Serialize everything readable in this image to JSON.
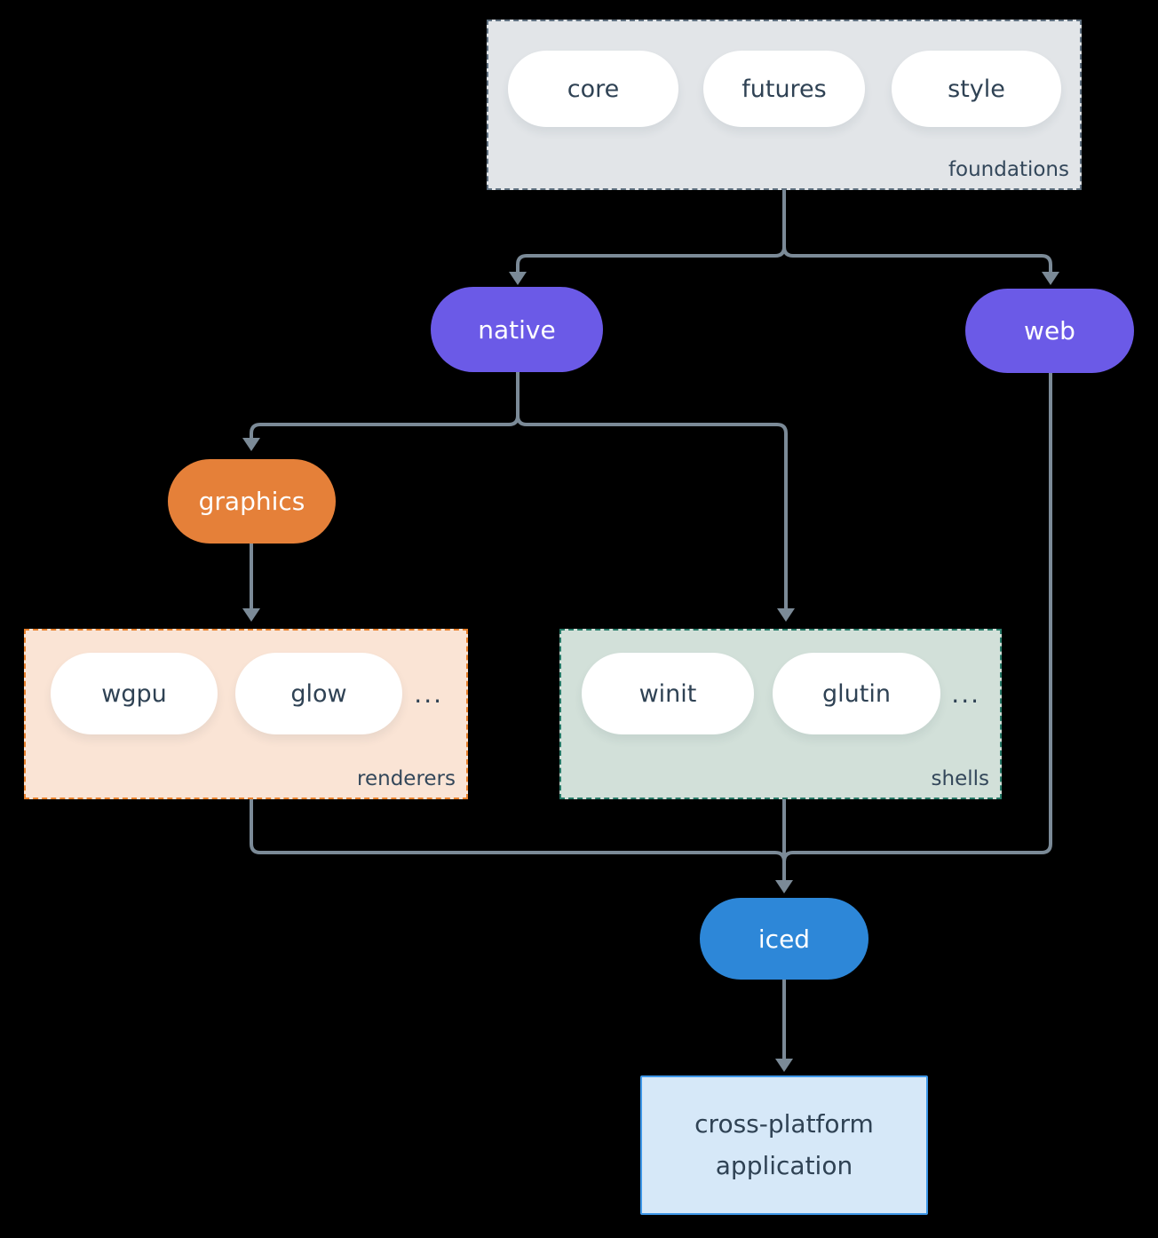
{
  "canvas": {
    "background": "#000000",
    "arrow_color": "#7b8a97"
  },
  "foundations": {
    "label": "foundations",
    "items": [
      "core",
      "futures",
      "style"
    ],
    "fill": "#e2e5e8",
    "border": "#5f7080",
    "item_fill": "#ffffff",
    "text_color": "#2f4254"
  },
  "native": {
    "label": "native",
    "fill": "#6b5ae7",
    "text_color": "#ffffff"
  },
  "web": {
    "label": "web",
    "fill": "#6b5ae7",
    "text_color": "#ffffff"
  },
  "graphics": {
    "label": "graphics",
    "fill": "#e58039",
    "text_color": "#ffffff"
  },
  "renderers": {
    "label": "renderers",
    "items": [
      "wgpu",
      "glow"
    ],
    "ellipsis": "...",
    "fill": "#fae4d5",
    "border": "#e8812d"
  },
  "shells": {
    "label": "shells",
    "items": [
      "winit",
      "glutin"
    ],
    "ellipsis": "...",
    "fill": "#d2e0d9",
    "border": "#277a68"
  },
  "iced": {
    "label": "iced",
    "fill": "#2d87d8",
    "text_color": "#ffffff"
  },
  "application": {
    "label": "cross-platform application",
    "fill": "#d6e8f8",
    "border": "#3e97e8",
    "text_color": "#2f4254"
  }
}
